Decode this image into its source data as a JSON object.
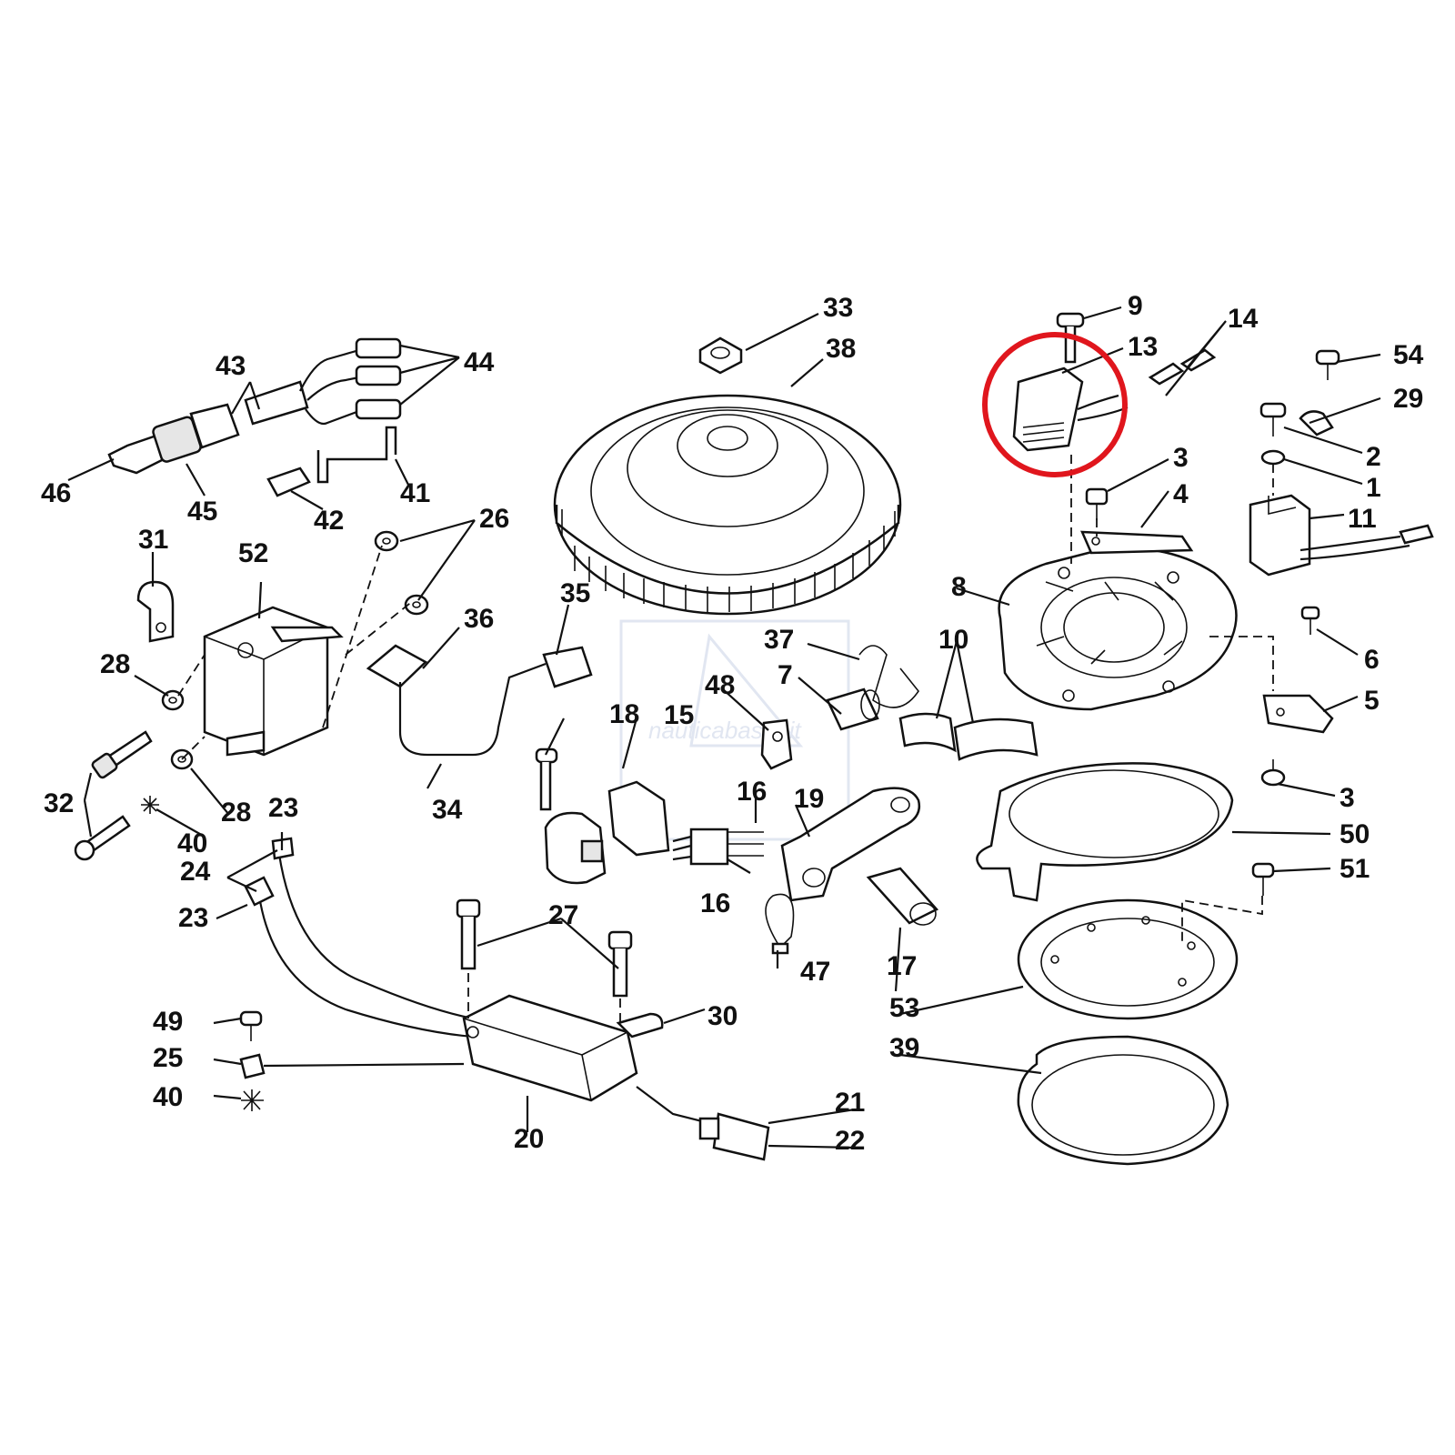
{
  "diagram": {
    "watermark": "nauticabaste.it",
    "highlight_color": "#e0161d",
    "callouts": [
      "1",
      "2",
      "3",
      "3",
      "4",
      "5",
      "6",
      "7",
      "8",
      "9",
      "10",
      "11",
      "13",
      "14",
      "15",
      "16",
      "16",
      "17",
      "18",
      "19",
      "20",
      "21",
      "22",
      "23",
      "23",
      "24",
      "25",
      "26",
      "27",
      "28",
      "28",
      "29",
      "30",
      "31",
      "32",
      "33",
      "34",
      "35",
      "36",
      "37",
      "38",
      "39",
      "40",
      "40",
      "41",
      "42",
      "43",
      "44",
      "45",
      "46",
      "47",
      "48",
      "49",
      "50",
      "51",
      "52",
      "53",
      "54"
    ]
  }
}
